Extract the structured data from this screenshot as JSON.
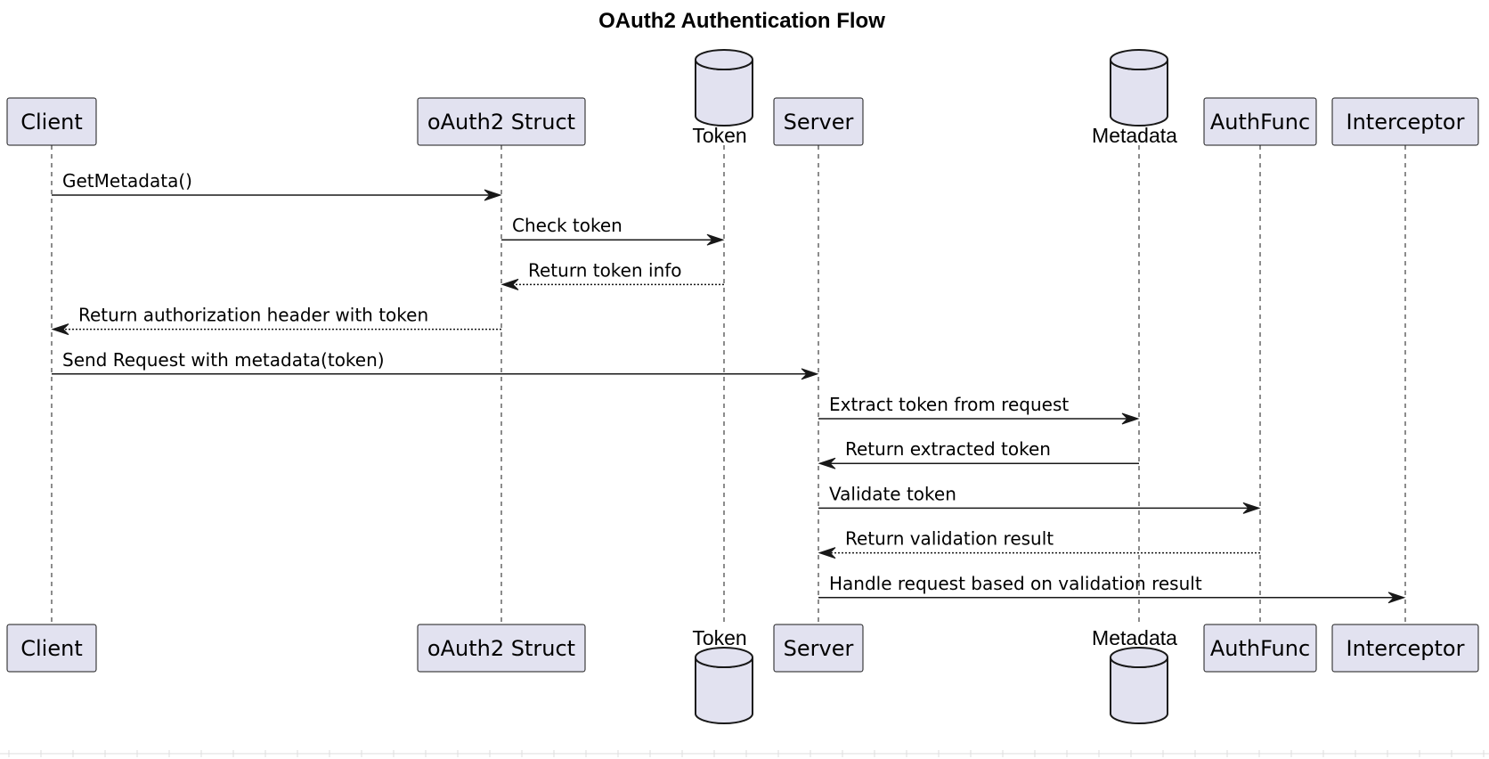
{
  "title": "OAuth2 Authentication Flow",
  "participants": [
    {
      "id": "client",
      "label": "Client",
      "kind": "participant"
    },
    {
      "id": "oauth2",
      "label": "oAuth2 Struct",
      "kind": "participant"
    },
    {
      "id": "token",
      "label": "Token",
      "kind": "database"
    },
    {
      "id": "server",
      "label": "Server",
      "kind": "participant"
    },
    {
      "id": "metadata",
      "label": "Metadata",
      "kind": "database"
    },
    {
      "id": "authfunc",
      "label": "AuthFunc",
      "kind": "participant"
    },
    {
      "id": "interceptor",
      "label": "Interceptor",
      "kind": "participant"
    }
  ],
  "messages": [
    {
      "from": "client",
      "to": "oauth2",
      "label": "GetMetadata()",
      "style": "solid"
    },
    {
      "from": "oauth2",
      "to": "token",
      "label": "Check token",
      "style": "solid"
    },
    {
      "from": "token",
      "to": "oauth2",
      "label": "Return token info",
      "style": "dotted"
    },
    {
      "from": "oauth2",
      "to": "client",
      "label": "Return authorization header with token",
      "style": "dotted"
    },
    {
      "from": "client",
      "to": "server",
      "label": "Send Request with metadata(token)",
      "style": "solid"
    },
    {
      "from": "server",
      "to": "metadata",
      "label": "Extract token from request",
      "style": "solid"
    },
    {
      "from": "metadata",
      "to": "server",
      "label": "Return extracted token",
      "style": "solid"
    },
    {
      "from": "server",
      "to": "authfunc",
      "label": "Validate token",
      "style": "solid"
    },
    {
      "from": "authfunc",
      "to": "server",
      "label": "Return validation result",
      "style": "dotted"
    },
    {
      "from": "server",
      "to": "interceptor",
      "label": "Handle request based on validation result",
      "style": "solid"
    }
  ],
  "colors": {
    "participant_fill": "#E2E2F0",
    "stroke": "#181818",
    "background": "#FFFFFF"
  }
}
